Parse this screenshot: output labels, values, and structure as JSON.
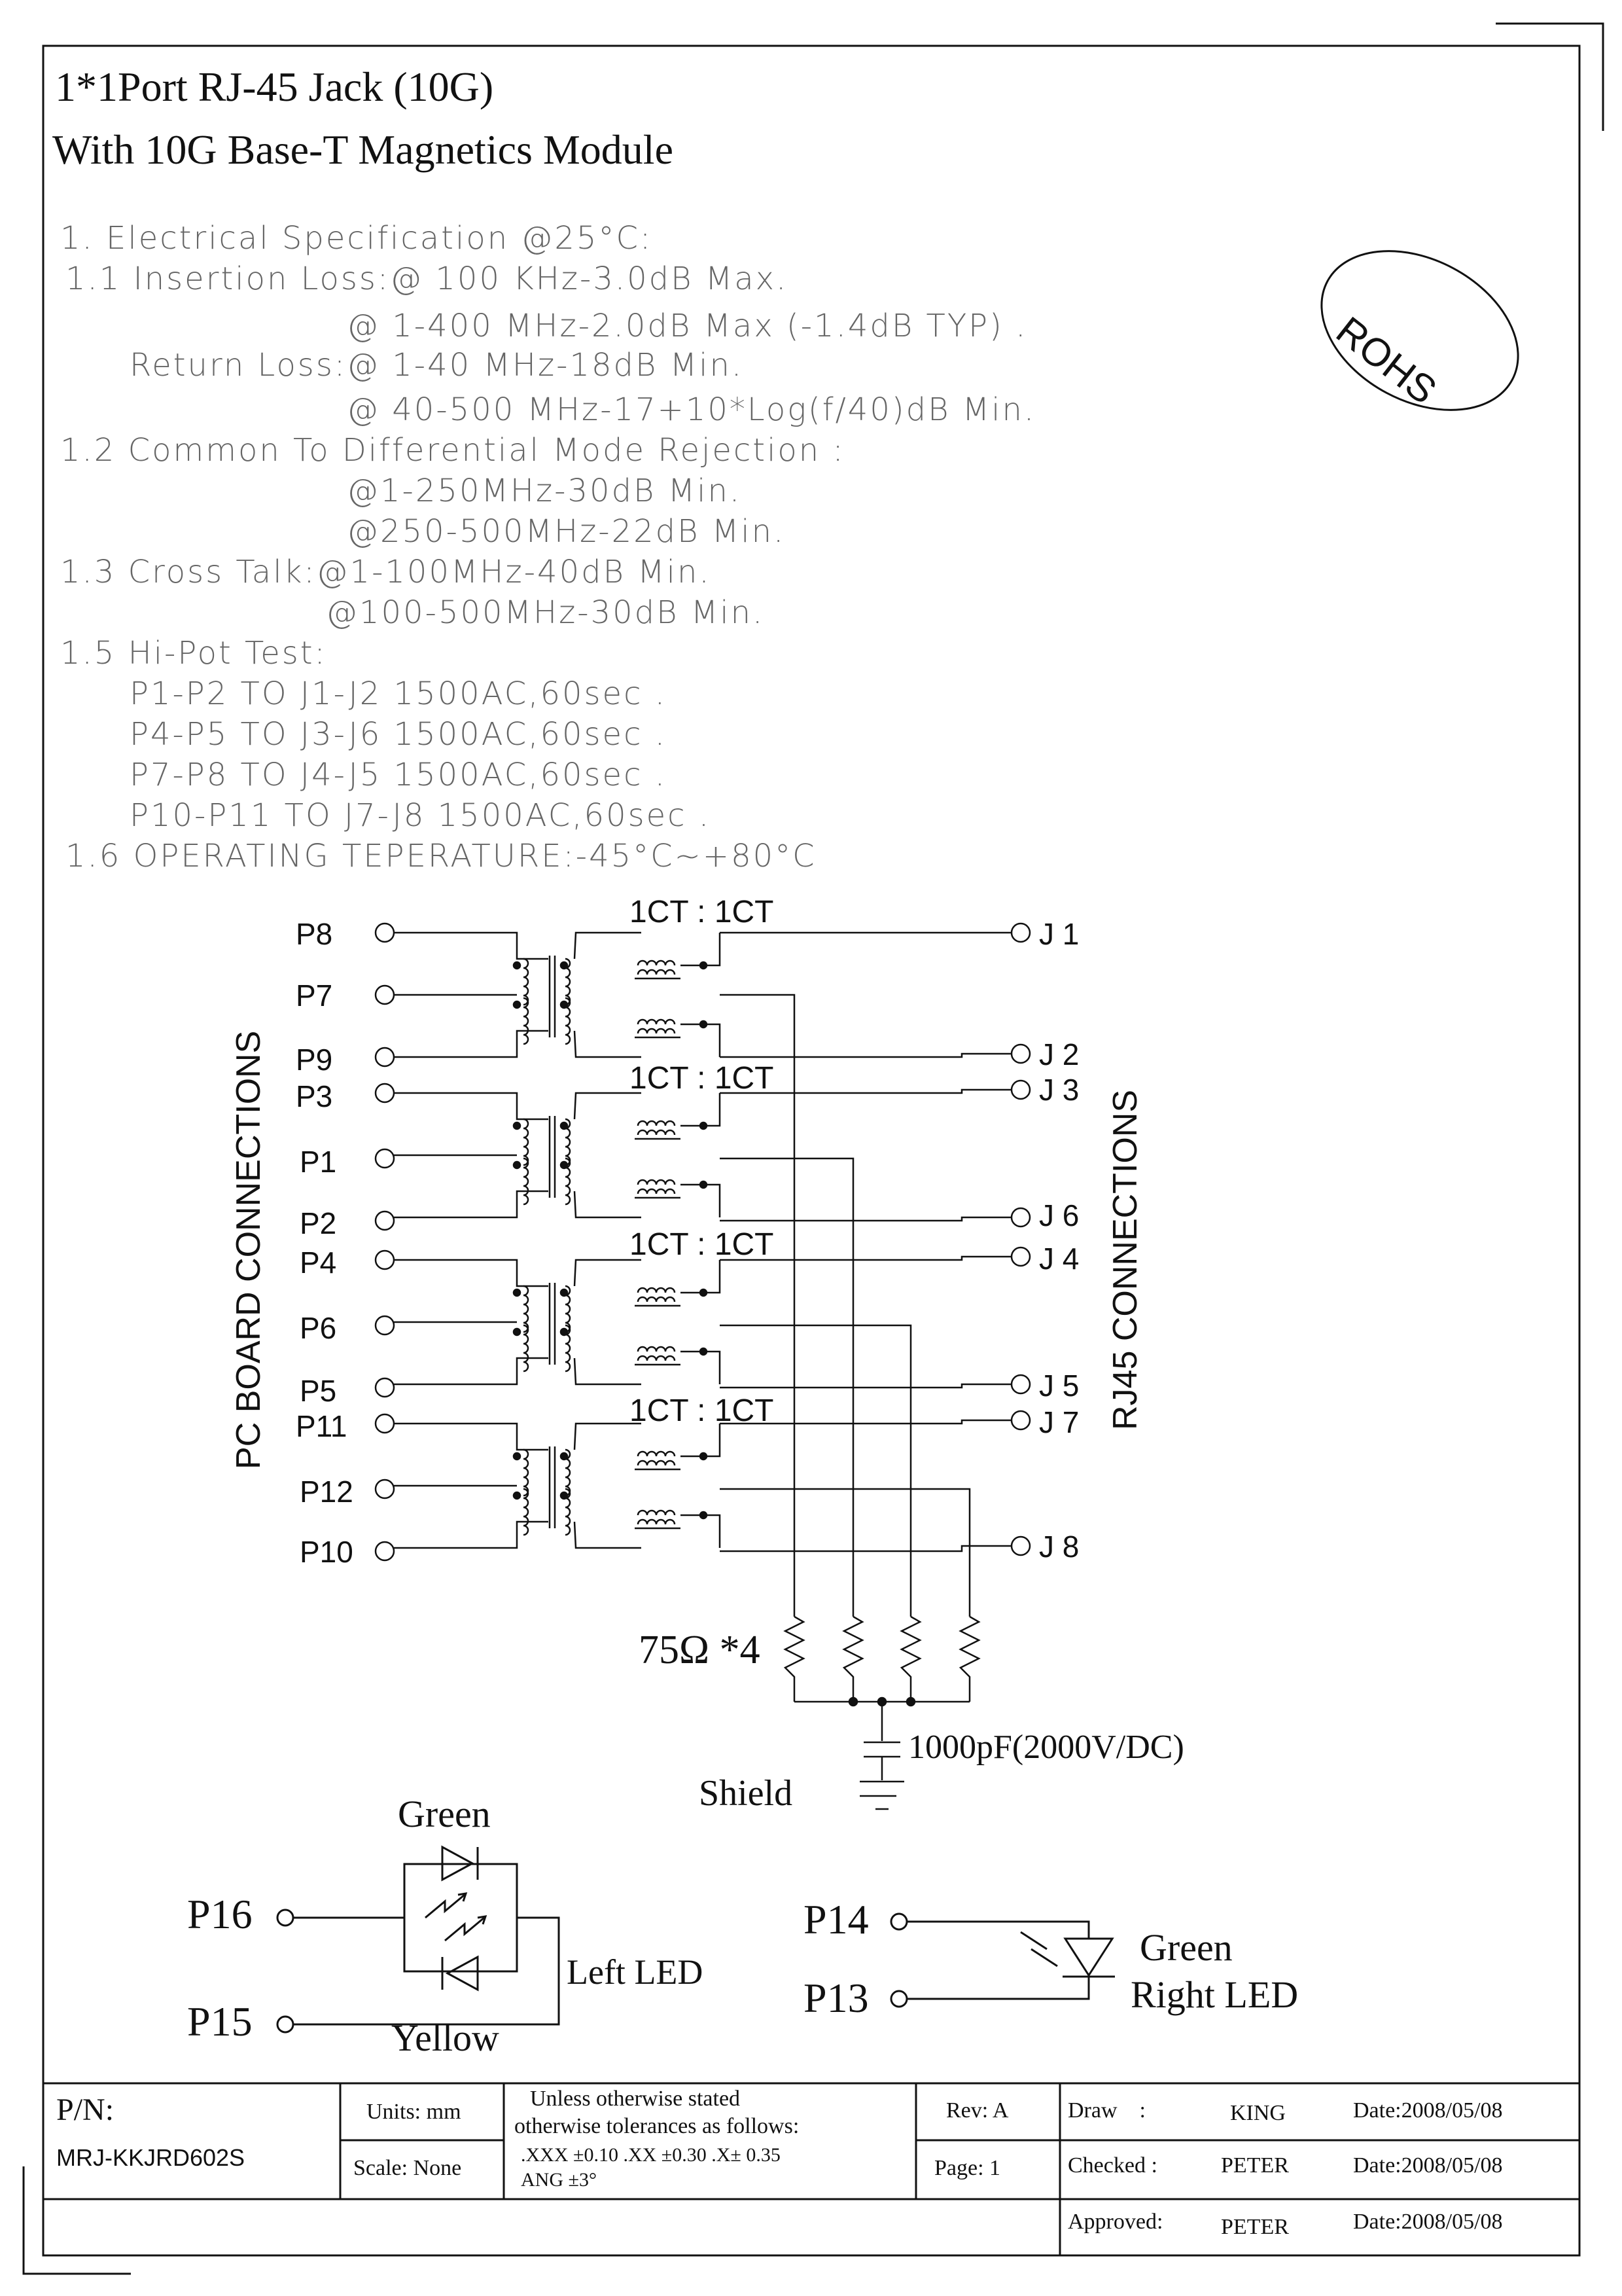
{
  "title": {
    "line1": "1*1Port RJ-45 Jack (10G)",
    "line2": "With 10G Base-T Magnetics Module"
  },
  "rohs": "ROHS",
  "spec_lines": [
    "1. Electrical Specification @25°C:",
    "1.1 Insertion Loss:@ 100 KHz-3.0dB Max.",
    "@ 1-400 MHz-2.0dB Max (-1.4dB TYP) .",
    "Return Loss:@ 1-40 MHz-18dB Min.",
    "@ 40-500 MHz-17+10*Log(f/40)dB Min.",
    "1.2 Common To Differential Mode Rejection :",
    "@1-250MHz-30dB Min.",
    "@250-500MHz-22dB Min.",
    "1.3 Cross Talk:@1-100MHz-40dB Min.",
    "@100-500MHz-30dB Min.",
    "1.5 Hi-Pot Test:",
    "P1-P2 TO J1-J2 1500AC,60sec .",
    "P4-P5 TO J3-J6 1500AC,60sec .",
    "P7-P8 TO J4-J5 1500AC,60sec .",
    "P10-P11 TO J7-J8 1500AC,60sec .",
    "1.6 OPERATING TEPERATURE:-45°C~+80°C"
  ],
  "schematic": {
    "left_side_label": "PC BOARD CONNECTIONS",
    "right_side_label": "RJ45 CONNECTIONS",
    "transformer_label": "1CT : 1CT",
    "pc_pins": [
      "P8",
      "P7",
      "P9",
      "P3",
      "P1",
      "P2",
      "P4",
      "P6",
      "P5",
      "P11",
      "P12",
      "P10"
    ],
    "rj_pins": [
      "J 1",
      "J 2",
      "J 3",
      "J 6",
      "J 4",
      "J 5",
      "J 7",
      "J 8"
    ],
    "resistor_label": "75Ω *4",
    "capacitor_label": "1000pF(2000V/DC)",
    "shield_label": "Shield"
  },
  "leds": {
    "left": {
      "pin_top": "P16",
      "pin_bottom": "P15",
      "color_top": "Green",
      "color_bottom": "Yellow",
      "label": "Left LED"
    },
    "right": {
      "pin_top": "P14",
      "pin_bottom": "P13",
      "color": "Green",
      "label": "Right LED"
    }
  },
  "title_block": {
    "pn_label": "P/N:",
    "pn_value": "MRJ-KKJRD602S",
    "units": "Units: mm",
    "scale": "Scale: None",
    "tol_line1": "Unless otherwise stated",
    "tol_line2": "otherwise tolerances as follows:",
    "tol_line3": ".XXX ±0.10 .XX ±0.30 .X± 0.35",
    "tol_line4": "ANG ±3°",
    "rev": "Rev: A",
    "page": "Page: 1",
    "draw_label": "Draw    :",
    "draw_name": "KING",
    "draw_date": "Date:2008/05/08",
    "checked_label": "Checked :",
    "checked_name": "PETER",
    "checked_date": "Date:2008/05/08",
    "approved_label": "Approved:",
    "approved_name": "PETER",
    "approved_date": "Date:2008/05/08"
  }
}
